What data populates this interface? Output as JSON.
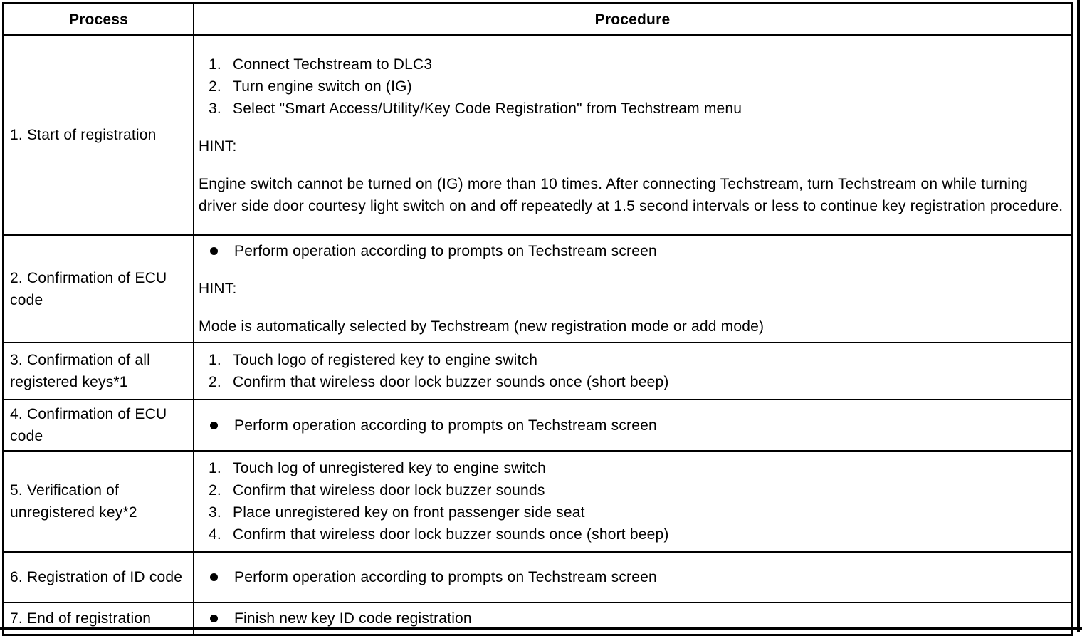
{
  "colors": {
    "background": "#ffffff",
    "text": "#000000",
    "border": "#000000"
  },
  "table": {
    "columns": [
      {
        "label": "Process"
      },
      {
        "label": "Procedure"
      }
    ],
    "hint_label": "HINT:",
    "rows": [
      {
        "process": "1. Start of registration",
        "procedure": [
          {
            "type": "numbered",
            "items": [
              "Connect Techstream to DLC3",
              "Turn engine switch on (IG)",
              "Select \"Smart Access/Utility/Key Code Registration\" from Techstream menu"
            ]
          },
          {
            "type": "hint",
            "label": "HINT:"
          },
          {
            "type": "paragraph",
            "text": "Engine switch cannot be turned on (IG) more than 10 times. After connecting Techstream, turn Techstream on while turning driver side door courtesy light switch on and off repeatedly at 1.5 second intervals or less to continue key registration procedure."
          }
        ]
      },
      {
        "process": "2. Confirmation of ECU code",
        "procedure": [
          {
            "type": "bullet",
            "text": "Perform operation according to prompts on Techstream screen"
          },
          {
            "type": "hint",
            "label": "HINT:"
          },
          {
            "type": "paragraph",
            "text": "Mode is automatically selected by Techstream (new registration mode or add mode)"
          }
        ]
      },
      {
        "process": "3. Confirmation of all registered keys*1",
        "procedure": [
          {
            "type": "numbered",
            "items": [
              "Touch logo of registered key to engine switch",
              "Confirm that wireless door lock buzzer sounds once (short beep)"
            ]
          }
        ]
      },
      {
        "process": "4. Confirmation of ECU code",
        "procedure": [
          {
            "type": "bullet",
            "text": "Perform operation according to prompts on Techstream screen"
          }
        ]
      },
      {
        "process": "5. Verification of unregistered key*2",
        "procedure": [
          {
            "type": "numbered",
            "items": [
              "Touch log of unregistered key to engine switch",
              "Confirm that wireless door lock buzzer sounds",
              "Place unregistered key on front passenger side seat",
              "Confirm that wireless door lock buzzer sounds once (short beep)"
            ]
          }
        ]
      },
      {
        "process": "6. Registration of ID code",
        "procedure": [
          {
            "type": "bullet",
            "text": "Perform operation according to prompts on Techstream screen"
          }
        ]
      },
      {
        "process": "7. End of registration",
        "procedure": [
          {
            "type": "bullet",
            "text": "Finish new key ID code registration"
          }
        ]
      }
    ]
  }
}
